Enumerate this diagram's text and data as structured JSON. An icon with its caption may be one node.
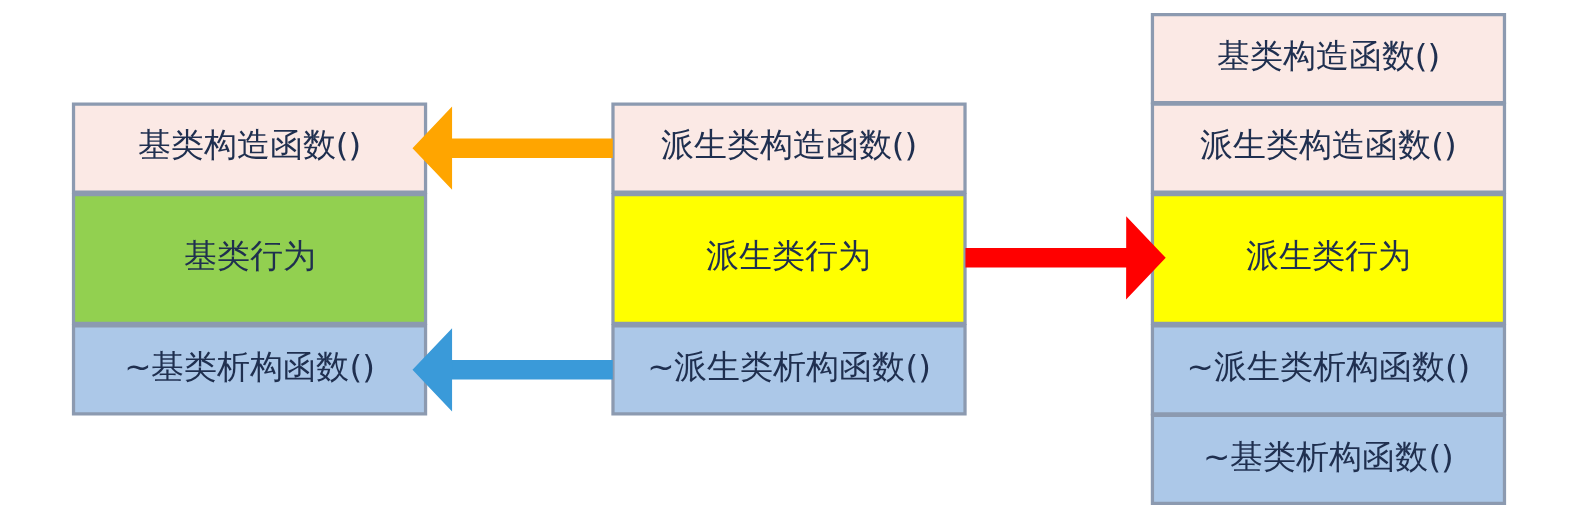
{
  "diagram": {
    "nodes": [
      {
        "text": [
          "基类构造函数()"
        ]
      },
      {
        "text": [
          "基类行为"
        ]
      },
      {
        "text": [
          "~基类析构函数()"
        ]
      },
      {
        "text": [
          "派生类构造函数()"
        ]
      },
      {
        "text": [
          "派生类行为"
        ]
      },
      {
        "text": [
          "~派生类析构函数()"
        ]
      },
      {
        "text": [
          "基类构造函数()"
        ]
      },
      {
        "text": [
          "派生类构造函数()"
        ]
      },
      {
        "text": [
          "派生类行为"
        ]
      },
      {
        "text": [
          "~派生类析构函数()"
        ]
      },
      {
        "text": [
          "~基类析构函数()"
        ]
      }
    ],
    "edges": [
      {
        "from": 3,
        "to": 0,
        "arrow": "to",
        "color": "#ffa500"
      },
      {
        "from": 5,
        "to": 2,
        "arrow": "to",
        "color": "#3a9ad9"
      },
      {
        "from": 4,
        "to": 8,
        "arrow": "to",
        "color": "#ff0000"
      }
    ]
  }
}
